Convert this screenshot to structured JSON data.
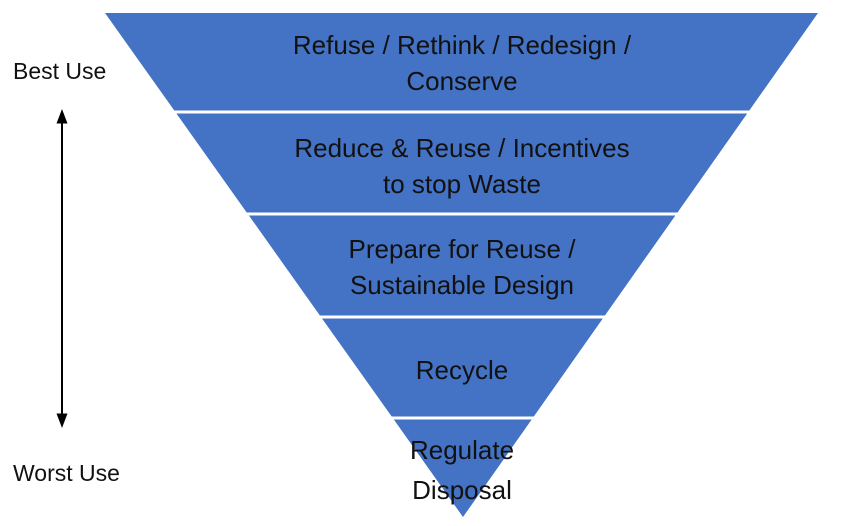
{
  "diagram": {
    "type": "inverted-pyramid-funnel",
    "subject": "waste management hierarchy",
    "levels": [
      {
        "rank": 1,
        "label": "Refuse / Rethink / Redesign /\nConserve"
      },
      {
        "rank": 2,
        "label": "Reduce & Reuse / Incentives\nto stop Waste"
      },
      {
        "rank": 3,
        "label": "Prepare for Reuse /\nSustainable Design"
      },
      {
        "rank": 4,
        "label": "Recycle"
      },
      {
        "rank": 5,
        "label": "Regulate\nDisposal"
      }
    ],
    "axis": {
      "top_label": "Best Use",
      "bottom_label": "Worst Use"
    },
    "colors": {
      "level_fill": "#4472C4",
      "divider": "#FFFFFF",
      "text": "#111111",
      "arrow": "#000000",
      "background": "#FFFFFF"
    }
  }
}
